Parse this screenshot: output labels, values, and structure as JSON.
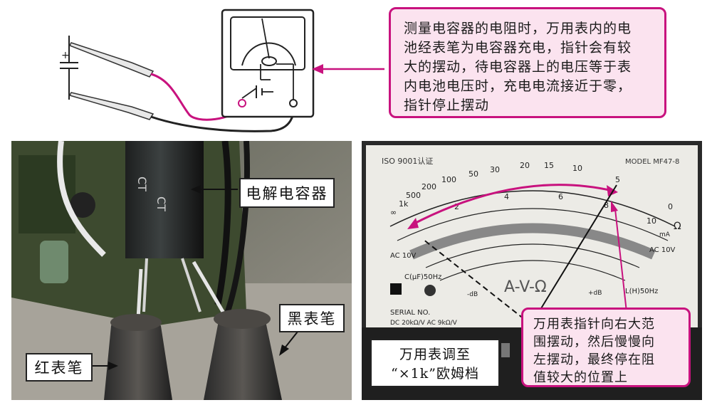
{
  "top_callout": {
    "lines": [
      "测量电容器的电阻时，万用表内的电",
      "池经表笔为电容器充电，指针会有较",
      "大的摆动，待电容器上的电压等于表",
      "内电池电压时，充电电流接近于零，",
      "指针停止摆动"
    ]
  },
  "schematic": {
    "plus_sign": "+"
  },
  "left_photo": {
    "capacitor_label": "电解电容器",
    "black_probe_label": "黑表笔",
    "red_probe_label": "红表笔",
    "cap_print": "CT"
  },
  "right_photo": {
    "iso_text": "ISO 9001认证",
    "model_text": "MODEL MF47-8",
    "ohm_scale": [
      "∞",
      "1k",
      "500",
      "200",
      "100",
      "50",
      "30",
      "20",
      "15",
      "10",
      "5",
      "0"
    ],
    "dc_scale": [
      "0",
      "2",
      "4",
      "6",
      "8",
      "10"
    ],
    "ac_label_left": "AC 10V",
    "ac_label_right": "AC 10V",
    "cap_label": "C(μF)50Hz",
    "serial_text": "SERIAL NO.",
    "dc_text": "DC 20kΩ/V AC 9kΩ/V",
    "avo": "A-V-Ω",
    "lh_text": "L(H)50Hz",
    "db_left": "-dB",
    "db_right": "+dB",
    "ohm_symbol": "Ω",
    "ma_text": "mA",
    "setting_label_lines": [
      "万用表调至",
      "“×1k”欧姆档"
    ],
    "needle_callout_lines": [
      "万用表指针向右大范",
      "围摆动，然后慢慢向",
      "左摆动，最终停在阻",
      "值较大的位置上"
    ]
  },
  "colors": {
    "accent": "#c8127e",
    "callout_fill": "#fbe3ef"
  }
}
